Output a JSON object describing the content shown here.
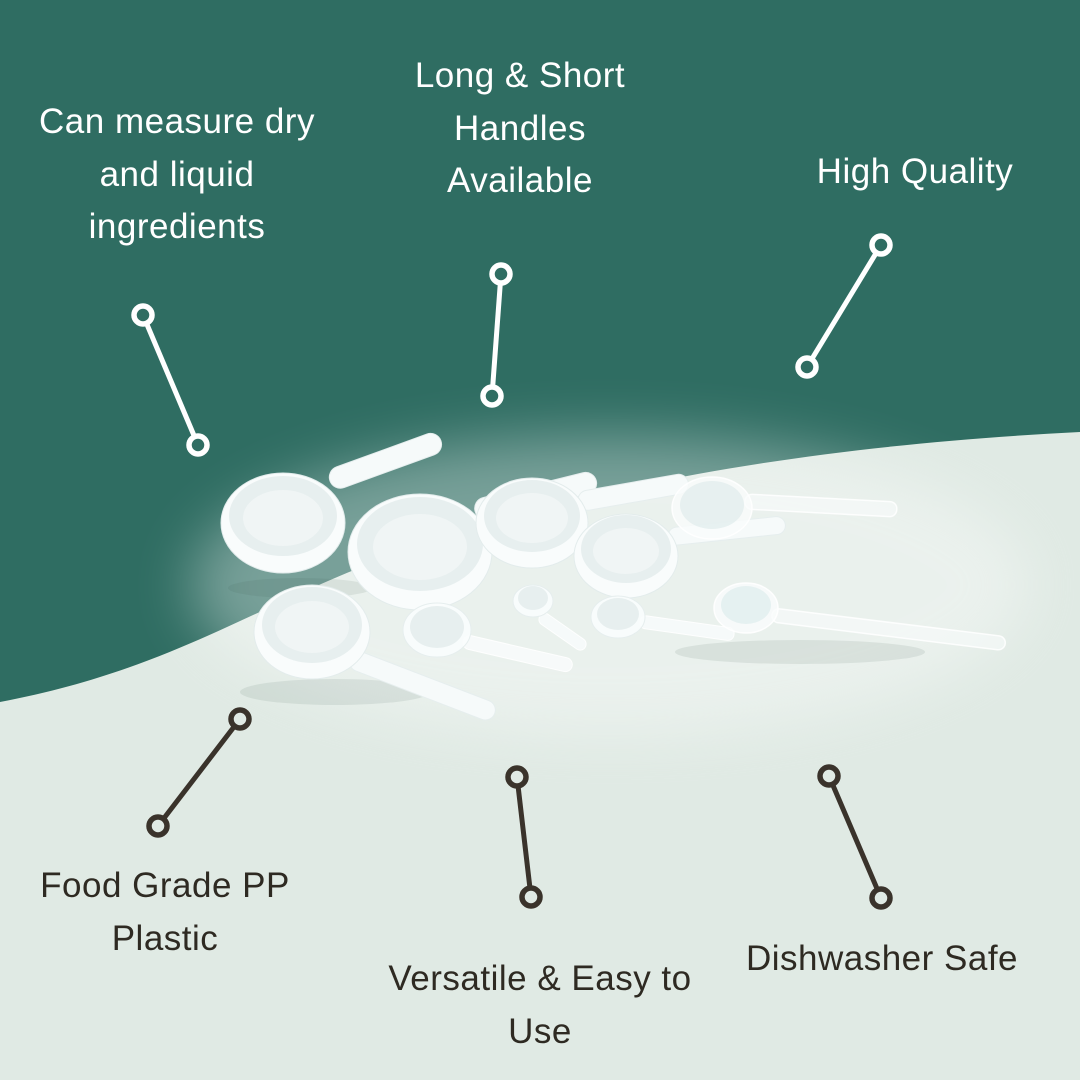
{
  "background": {
    "top_color": "#2f6d62",
    "bottom_color": "#e0eae4",
    "light_text_color": "#ffffff",
    "dark_text_color": "#2e2a22",
    "dark_line_color": "#3a332b"
  },
  "callouts": {
    "measure": {
      "label": "Can measure dry and liquid ingredients",
      "lines": [
        "Can measure dry",
        "and liquid",
        "ingredients"
      ]
    },
    "handles": {
      "label": "Long & Short Handles Available",
      "lines": [
        "Long & Short",
        "Handles",
        "Available"
      ]
    },
    "quality": {
      "label": "High Quality",
      "lines": [
        "High Quality"
      ]
    },
    "food_grade": {
      "label": "Food Grade PP Plastic",
      "lines": [
        "Food Grade PP",
        "Plastic"
      ]
    },
    "versatile": {
      "label": "Versatile & Easy to Use",
      "lines": [
        "Versatile & Easy to",
        "Use"
      ]
    },
    "dishwasher": {
      "label": "Dishwasher Safe",
      "lines": [
        "Dishwasher Safe"
      ]
    }
  }
}
